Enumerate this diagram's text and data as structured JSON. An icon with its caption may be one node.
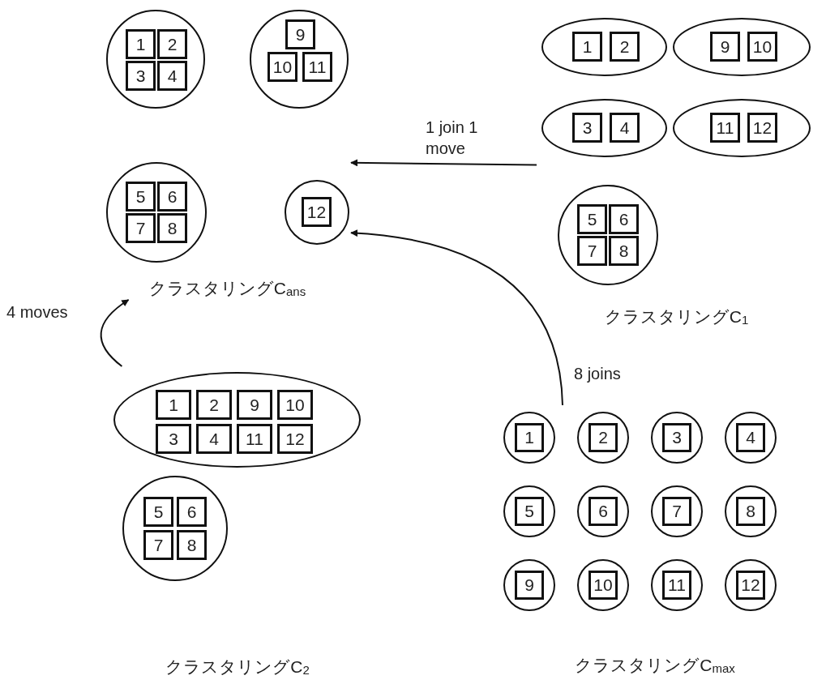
{
  "diagram": {
    "nodes": [
      {
        "text": [
          "クラスタリングC$_{ans}$"
        ]
      },
      {
        "text": [],
        "shape": "circle",
        "in": 0
      },
      {
        "text": [
          "1"
        ],
        "in": 1
      },
      {
        "text": [
          "2"
        ],
        "in": 1
      },
      {
        "text": [
          "3"
        ],
        "in": 1
      },
      {
        "text": [
          "4"
        ],
        "in": 1
      },
      {
        "text": [],
        "shape": "circle",
        "in": 0
      },
      {
        "text": [
          "9"
        ],
        "in": 6
      },
      {
        "text": [
          "10"
        ],
        "in": 6
      },
      {
        "text": [
          "11"
        ],
        "in": 6
      },
      {
        "text": [],
        "shape": "circle",
        "in": 0
      },
      {
        "text": [
          "5"
        ],
        "in": 10
      },
      {
        "text": [
          "6"
        ],
        "in": 10
      },
      {
        "text": [
          "7"
        ],
        "in": 10
      },
      {
        "text": [
          "8"
        ],
        "in": 10
      },
      {
        "text": [],
        "shape": "circle",
        "in": 0
      },
      {
        "text": [
          "12"
        ],
        "in": 15
      },
      {
        "text": [
          "クラスタリングC$_{1}$"
        ]
      },
      {
        "text": [],
        "shape": "ellipse",
        "in": 17
      },
      {
        "text": [
          "1"
        ],
        "in": 18
      },
      {
        "text": [
          "2"
        ],
        "in": 18
      },
      {
        "text": [],
        "shape": "ellipse",
        "in": 17
      },
      {
        "text": [
          "9"
        ],
        "in": 21
      },
      {
        "text": [
          "10"
        ],
        "in": 21
      },
      {
        "text": [],
        "shape": "ellipse",
        "in": 17
      },
      {
        "text": [
          "3"
        ],
        "in": 24
      },
      {
        "text": [
          "4"
        ],
        "in": 24
      },
      {
        "text": [],
        "shape": "ellipse",
        "in": 17
      },
      {
        "text": [
          "11"
        ],
        "in": 27
      },
      {
        "text": [
          "12"
        ],
        "in": 27
      },
      {
        "text": [],
        "shape": "circle",
        "in": 17
      },
      {
        "text": [
          "5"
        ],
        "in": 30
      },
      {
        "text": [
          "6"
        ],
        "in": 30
      },
      {
        "text": [
          "7"
        ],
        "in": 30
      },
      {
        "text": [
          "8"
        ],
        "in": 30
      },
      {
        "text": [
          "クラスタリングC$_{2}$"
        ]
      },
      {
        "text": [],
        "shape": "ellipse",
        "in": 35
      },
      {
        "text": [
          "1"
        ],
        "in": 36
      },
      {
        "text": [
          "2"
        ],
        "in": 36
      },
      {
        "text": [
          "9"
        ],
        "in": 36
      },
      {
        "text": [
          "10"
        ],
        "in": 36
      },
      {
        "text": [
          "3"
        ],
        "in": 36
      },
      {
        "text": [
          "4"
        ],
        "in": 36
      },
      {
        "text": [
          "11"
        ],
        "in": 36
      },
      {
        "text": [
          "12"
        ],
        "in": 36
      },
      {
        "text": [],
        "shape": "circle",
        "in": 35
      },
      {
        "text": [
          "5"
        ],
        "in": 45
      },
      {
        "text": [
          "6"
        ],
        "in": 45
      },
      {
        "text": [
          "7"
        ],
        "in": 45
      },
      {
        "text": [
          "8"
        ],
        "in": 45
      },
      {
        "text": [
          "クラスタリングC$_{max}$"
        ]
      },
      {
        "text": [],
        "shape": "circle",
        "in": 50
      },
      {
        "text": [
          "1"
        ],
        "in": 51
      },
      {
        "text": [],
        "shape": "circle",
        "in": 50
      },
      {
        "text": [
          "2"
        ],
        "in": 53
      },
      {
        "text": [],
        "shape": "circle",
        "in": 50
      },
      {
        "text": [
          "3"
        ],
        "in": 55
      },
      {
        "text": [],
        "shape": "circle",
        "in": 50
      },
      {
        "text": [
          "4"
        ],
        "in": 57
      },
      {
        "text": [],
        "shape": "circle",
        "in": 50
      },
      {
        "text": [
          "5"
        ],
        "in": 59
      },
      {
        "text": [],
        "shape": "circle",
        "in": 50
      },
      {
        "text": [
          "6"
        ],
        "in": 61
      },
      {
        "text": [],
        "shape": "circle",
        "in": 50
      },
      {
        "text": [
          "7"
        ],
        "in": 63
      },
      {
        "text": [],
        "shape": "circle",
        "in": 50
      },
      {
        "text": [
          "8"
        ],
        "in": 65
      },
      {
        "text": [],
        "shape": "circle",
        "in": 50
      },
      {
        "text": [
          "9"
        ],
        "in": 67
      },
      {
        "text": [],
        "shape": "circle",
        "in": 50
      },
      {
        "text": [
          "10"
        ],
        "in": 69
      },
      {
        "text": [],
        "shape": "circle",
        "in": 50
      },
      {
        "text": [
          "11"
        ],
        "in": 71
      },
      {
        "text": [],
        "shape": "circle",
        "in": 50
      },
      {
        "text": [
          "12"
        ],
        "in": 73
      }
    ],
    "edges": [
      {
        "from": 17,
        "to": 0,
        "arrow": "to",
        "label": "1 join 1 move"
      },
      {
        "from": 50,
        "to": 0,
        "arrow": "to",
        "label": "8 joins"
      },
      {
        "from": 35,
        "to": 0,
        "arrow": "to",
        "label": "4 moves"
      }
    ]
  }
}
